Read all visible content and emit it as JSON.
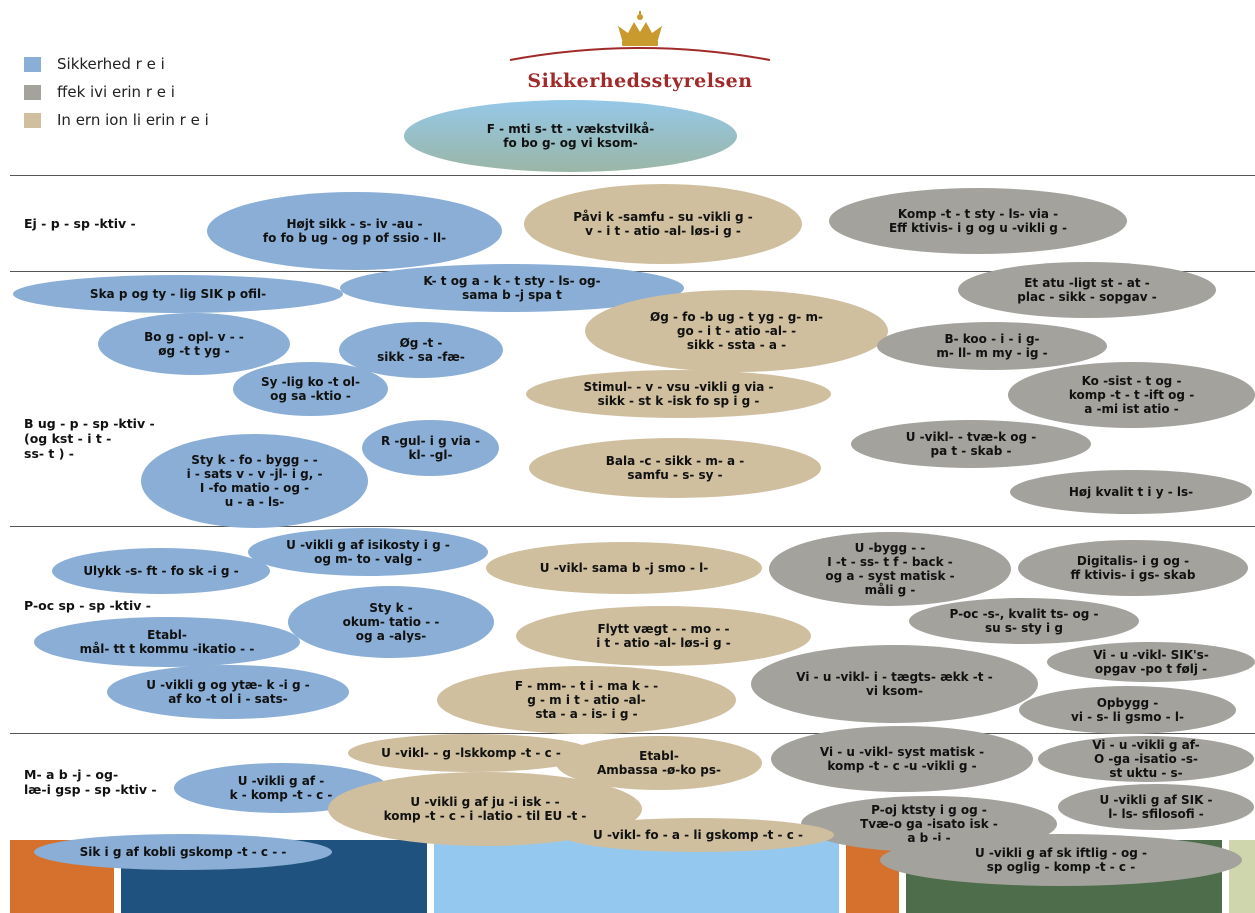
{
  "legend": [
    {
      "label": "Sikkerhed r e i",
      "color": "#8aaed6"
    },
    {
      "label": "ffek ivi erin r e i",
      "color": "#a3a29d"
    },
    {
      "label": "In ern ion li erin r e i",
      "color": "#cfbf9f"
    }
  ],
  "logo": {
    "text": "Sikkerhedsstyrelsen",
    "color": "#a02a2a",
    "icon": "crown-icon"
  },
  "goal": "F - mti s- tt - vækstvilkå-\nfo bo g- og vi ksom-",
  "rows": {
    "owner": "Ej - p - sp -ktiv -",
    "user": "B ug - p - sp -ktiv -\n(og kst - i t -\n ss- t ) -",
    "process": "P-oc sp - sp -ktiv -",
    "employee": "M- a b -j - og-\nlæ-i gsp - sp -ktiv -"
  },
  "bubbles": {
    "b1": "Højt sikk - s- iv -au -\nfo fo b ug - og p of ssio - ll-",
    "b2": "Påvi k -samfu - su -vikli g -\nv - i t - atio -al- løs-i g -",
    "b3": "Komp -t - t sty - ls- via -\nEff ktivis- i g og u -vikli g -",
    "b4": "Ska p og ty - lig SIK p ofil-",
    "b5": "K- t og a - k - t sty - ls- og-\nsama b -j spa t",
    "b6": "Et atu -ligt st - at -\nplac - sikk - sopgav -",
    "b7": "Øg - fo -b ug - t yg - g- m-\ngo - i t - atio -al- -\nsikk - ssta - a -",
    "b8": "Bo g - opl- v - -\nøg -t t yg -",
    "b9": "Øg -t -\nsikk - sa -fæ-",
    "b10": "B- koo - i - i g-\nm- ll- m my - ig -",
    "b11": "Sy -lig ko -t ol-\nog sa -ktio -",
    "b12": "Stimul- - v - vsu -vikli g via -\nsikk - st k -isk fo sp i g -",
    "b13": "Ko -sist - t og -\nkomp -t - t -ift og -\na -mi ist atio -",
    "b14": "Sty k - fo - bygg - -\ni - sats v - v -jl- i g, -\nI -fo matio - og -\nu - a - ls-",
    "b15": "R -gul- i g via -\nkl- -gl-",
    "b16": "U -vikl- - tvæ-k og -\npa t - skab -",
    "b17": "Bala -c - sikk - m- a -\nsamfu - s- sy -",
    "b18": "Høj kvalit t i y - ls-",
    "b19": "U -vikli g af isikosty i g -\nog m- to - valg -",
    "b20": "U -bygg - -\nI -t - ss- t f - back -\nog a - syst matisk -\nmåli g -",
    "b21": "Ulykk -s- ft - fo sk -i g -",
    "b22": "U -vikl- sama b -j smo - l-",
    "b23": "Digitalis- i g og -\nff ktivis- i gs- skab",
    "b24": "Sty k -\nokum- tatio - -\nog a -alys-",
    "b25": "P-oc -s-, kvalit ts- og -\nsu s- sty i g",
    "b26": "Etabl-\nmål- tt t kommu -ikatio - -",
    "b27": "Flytt vægt - - mo - -\ni t - atio -al- løs-i g -",
    "b28": "Vi - u -vikl- SIK's-\nopgav -po t følj -",
    "b29": "Vi - u -vikl- i - tægts- ækk -t -\nvi ksom-",
    "b30": "U -vikli g og ytæ- k -i g -\naf ko -t ol i - sats-",
    "b31": "F - mm- - t i - ma k - -\ng - m i t - atio -al-\nsta - a - is- i g -",
    "b32": "Opbygg -\nvi - s- li gsmo - l-",
    "b33": "U -vikl- - g -lskkomp -t - c -",
    "b34": "Etabl-\nAmbassa -ø-ko ps-",
    "b35": "Vi - u -vikl- syst matisk -\nkomp -t - c -u -vikli g -",
    "b36": "Vi - u -vikli g af-\nO -ga -isatio -s-\nst uktu - s-",
    "b37": "U -vikli g af -\nk - komp -t - c -",
    "b38": "U -vikli g af SIK -\nl- ls- sfilosofi -",
    "b39": "U -vikli g af ju -i isk - -\nkomp -t - c - i -latio - til EU -t -",
    "b40": "P-oj ktsty i g og -\nTvæ-o ga -isato isk -\na b -j -",
    "b41": "Sik i g af kobli gskomp -t - c - -",
    "b42": "U -vikl- fo - a - li gskomp -t - c -",
    "b43": "U -vikli g af sk iftlig - og -\nsp oglig - komp -t - c -"
  },
  "footer_bar_colors": [
    "#d5712c",
    "#20527f",
    "#95c8ee",
    "#d5712c",
    "#4e6d4a",
    "#cfd6ad"
  ]
}
